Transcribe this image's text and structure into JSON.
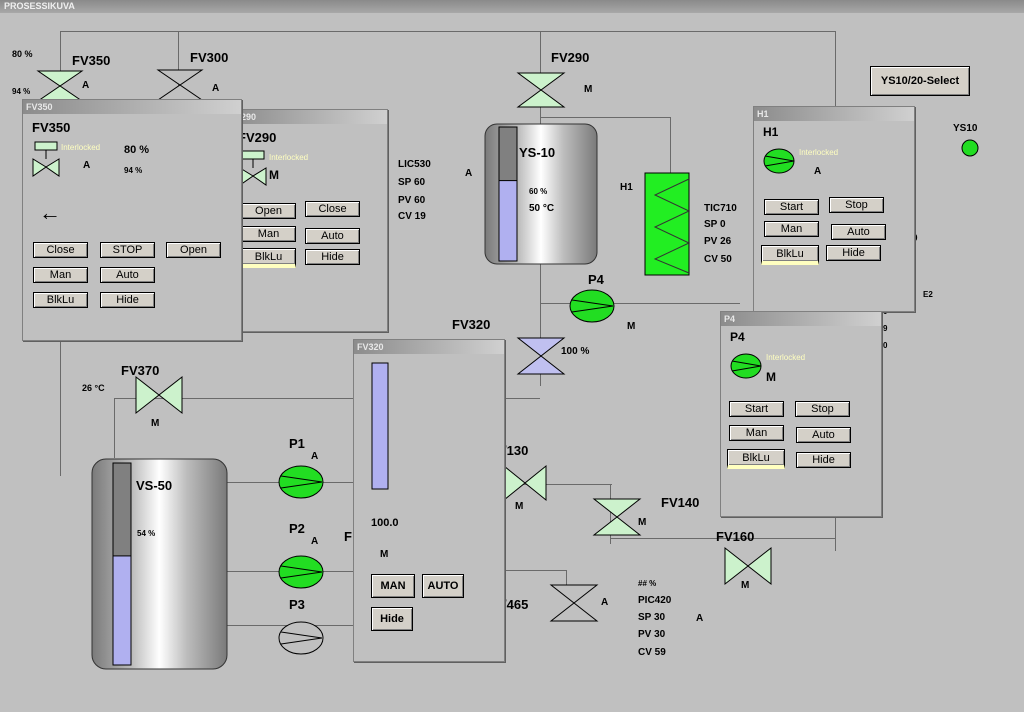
{
  "window": {
    "title": "PROSESSIKUVA"
  },
  "background": {
    "fv350": {
      "name": "FV350",
      "pct": "80 %",
      "pct2": "94 %",
      "mode": "A"
    },
    "fv300": {
      "name": "FV300",
      "mode": "A"
    },
    "fv290": {
      "name": "FV290",
      "mode": "M"
    },
    "ys10_tank": {
      "name": "YS-10",
      "level": "60 %",
      "temp": "50 °C",
      "mode": "A"
    },
    "lic530": {
      "tag": "LIC530",
      "sp": "SP 60",
      "pv": "PV 60",
      "cv": "CV 19"
    },
    "h1": {
      "name": "H1"
    },
    "tic710": {
      "tag": "TIC710",
      "sp": "SP 0",
      "pv": "PV 26",
      "cv": "CV 50"
    },
    "p4": {
      "name": "P4",
      "mode": "M"
    },
    "fv320": {
      "name": "FV320",
      "pct": "100 %"
    },
    "fv370": {
      "name": "FV370",
      "temp": "26 °C",
      "mode": "M"
    },
    "vs50_tank": {
      "name": "VS-50",
      "level": "54 %"
    },
    "p1": {
      "name": "P1",
      "mode": "A"
    },
    "p2": {
      "name": "P2",
      "mode": "A"
    },
    "p3": {
      "name": "P3"
    },
    "fv130": {
      "name": "/130",
      "mode": "M"
    },
    "fv140": {
      "name": "FV140",
      "mode": "M"
    },
    "fv160": {
      "name": "FV160",
      "mode": "M"
    },
    "fv465": {
      "name": "/465",
      "mode": "A"
    },
    "pic420": {
      "pct": "## %",
      "tag": "PIC420",
      "sp": "SP 30",
      "pv": "PV 30",
      "cv": "CV 59",
      "mode": "A"
    },
    "ys10_indicator": {
      "name": "YS10"
    },
    "ys_select_button": "YS10/20-Select",
    "partial": {
      "e2": "E2",
      "d0": "0",
      "d9": "9",
      "d0b": "0",
      "f": "F"
    }
  },
  "dialogs": {
    "fv350": {
      "title": "FV350",
      "heading": "FV350",
      "interlock": "Interlocked",
      "pct": "80 %",
      "pct2": "94 %",
      "mode": "A",
      "arrow": "←",
      "close": "Close",
      "stop": "STOP",
      "open": "Open",
      "man": "Man",
      "auto": "Auto",
      "blklu": "BlkLu",
      "hide": "Hide"
    },
    "fv290": {
      "title": "290",
      "heading": "FV290",
      "interlock": "Interlocked",
      "mode": "M",
      "open": "Open",
      "close": "Close",
      "man": "Man",
      "auto": "Auto",
      "blklu": "BlkLu",
      "hide": "Hide"
    },
    "h1": {
      "title": "H1",
      "heading": "H1",
      "interlock": "Interlocked",
      "mode": "A",
      "start": "Start",
      "stop": "Stop",
      "man": "Man",
      "auto": "Auto",
      "blklu": "BlkLu",
      "hide": "Hide"
    },
    "p4": {
      "title": "P4",
      "heading": "P4",
      "interlock": "Interlocked",
      "mode": "M",
      "start": "Start",
      "stop": "Stop",
      "man": "Man",
      "auto": "Auto",
      "blklu": "BlkLu",
      "hide": "Hide"
    },
    "fv320": {
      "title": "FV320",
      "value": "100.0",
      "mode": "M",
      "man": "MAN",
      "auto": "AUTO",
      "hide": "Hide",
      "fill_fraction": 1.0
    }
  },
  "colors": {
    "bg": "#c0c0c0",
    "valve_green": "#ccf2cc",
    "pump_green": "#22dd22",
    "heater_green": "#22ee22",
    "level_blue": "#b0b0f0",
    "interlock_text": "#ffffc0"
  }
}
